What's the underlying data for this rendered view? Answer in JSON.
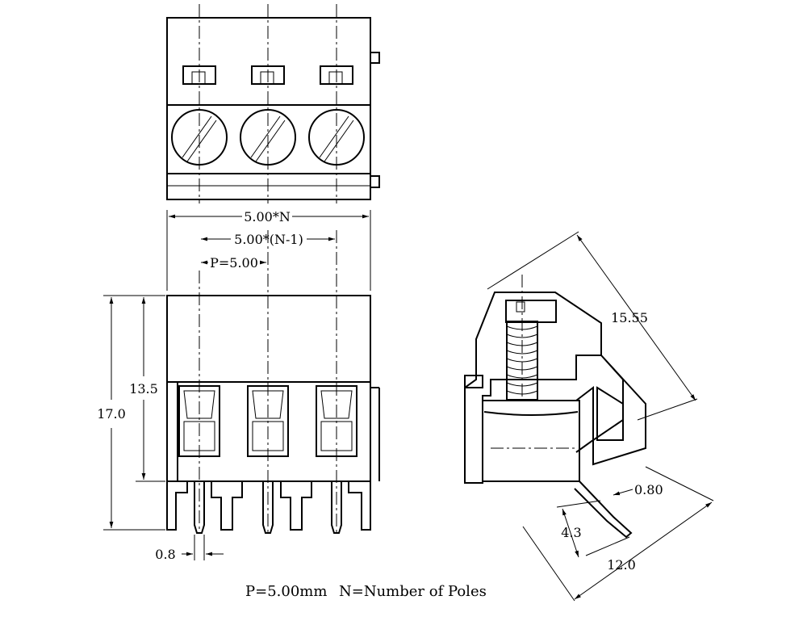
{
  "dims": {
    "total_width": "5.00*N",
    "pitch_span": "5.00*(N-1)",
    "pitch": "P=5.00",
    "height_overall": "17.0",
    "height_body": "13.5",
    "pin_width": "0.8",
    "diag_length": "15.55",
    "wire_dia": "0.80",
    "pin_length": "4.3",
    "depth": "12.0"
  },
  "notes": {
    "pitch_note": "P=5.00mm",
    "poles_note": "N=Number of Poles"
  }
}
